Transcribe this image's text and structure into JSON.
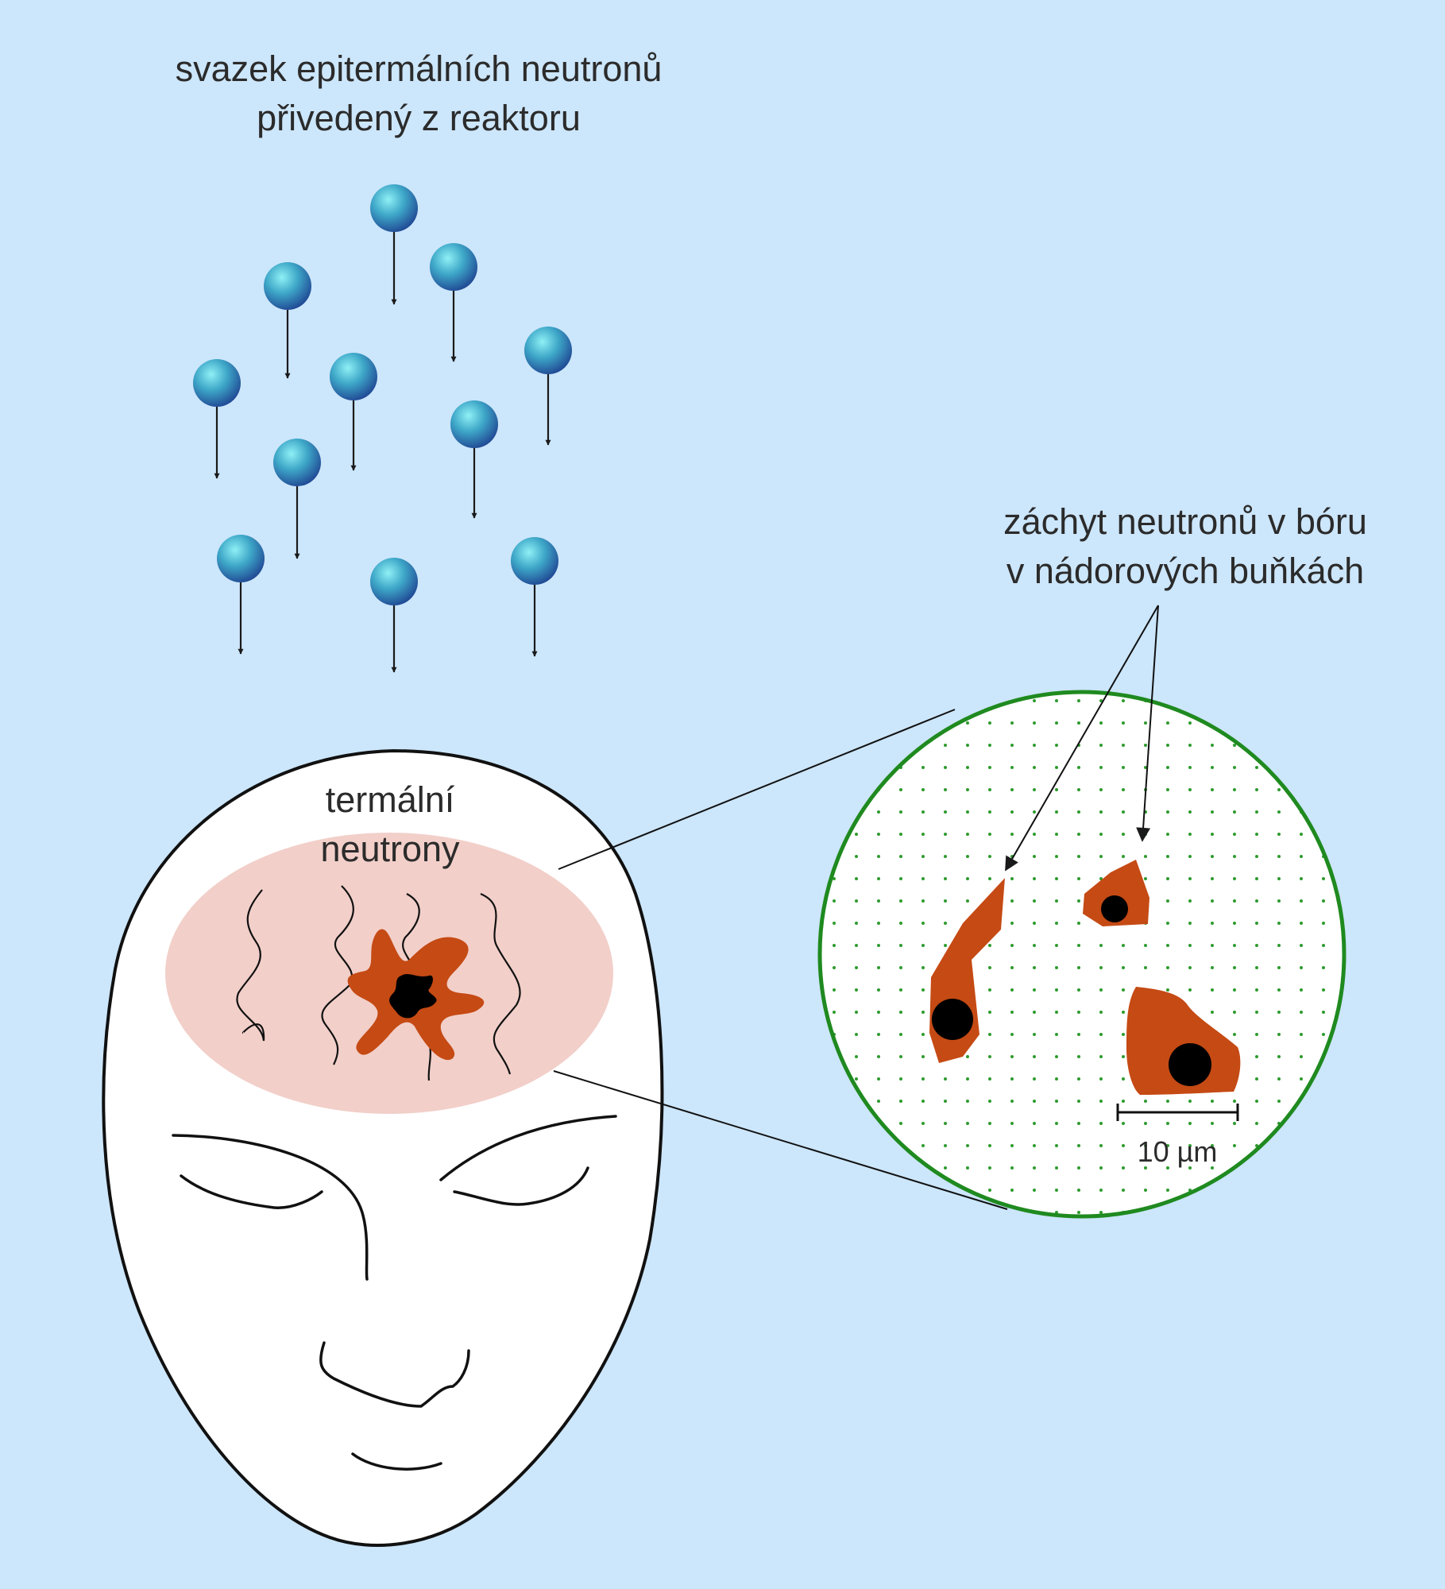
{
  "labels": {
    "beam_line1": "svazek epitermálních neutronů",
    "beam_line2": "přivedený z reaktoru",
    "thermal_line1": "termální",
    "thermal_line2": "neutrony",
    "capture_line1": "záchyt neutronů v bóru",
    "capture_line2": "v nádorových buňkách",
    "scale": "10 µm"
  },
  "colors": {
    "background": "#cce6fb",
    "tumor": "#c54a14",
    "thermal_zone": "#f2cfc9",
    "inset_border": "#1f8a1f",
    "inset_dots": "#2e9b2e",
    "neutron_light": "#8ff0f5",
    "neutron_dark": "#1d3f8f"
  }
}
